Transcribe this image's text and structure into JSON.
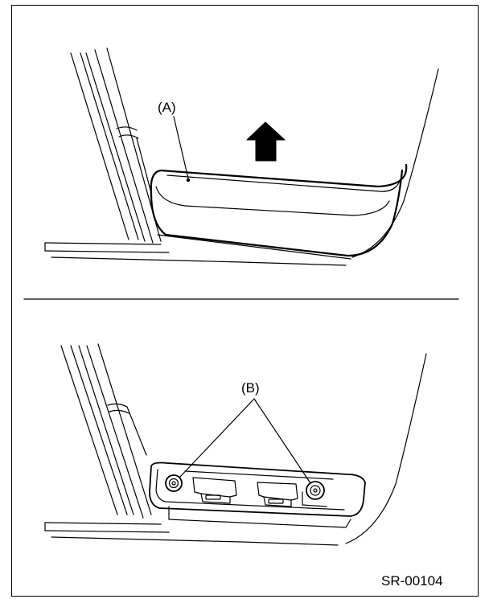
{
  "figure": {
    "label_a": "(A)",
    "label_b": "(B)",
    "code": "SR-00104"
  },
  "colors": {
    "line": "#000000",
    "background": "#ffffff"
  }
}
